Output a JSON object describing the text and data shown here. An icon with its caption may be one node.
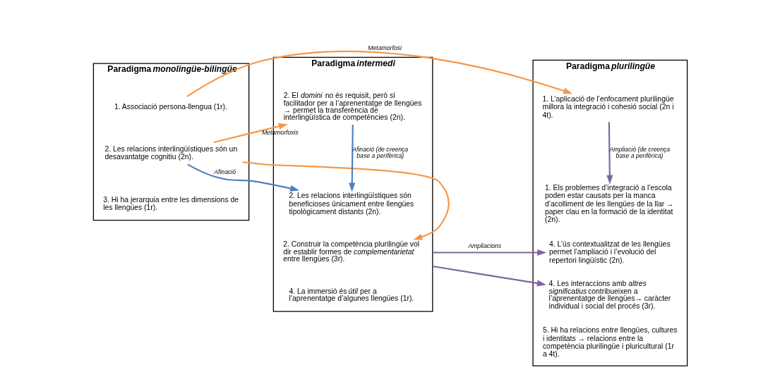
{
  "diagram": {
    "nodes": [
      {
        "text": [
          "Paradigma *monolingüe-bilingüe*"
        ]
      },
      {
        "text": [
          "1. Associació persona-llengua (1r)."
        ],
        "in": 0
      },
      {
        "text": [
          "2. Les relacions interlingüístiques són un desavantatge cognitiu (2n)."
        ],
        "in": 0
      },
      {
        "text": [
          "3. Hi ha jerarquia entre les dimensions de les llengües (1r)."
        ],
        "in": 0
      },
      {
        "text": [
          "Paradigma *intermedi*"
        ]
      },
      {
        "text": [
          "2. El *domini* no és requisit, però sí facilitador per a l’aprenentatge de llengües → permet la transferència de interlingüística de competències (2n)."
        ],
        "in": 4
      },
      {
        "text": [
          "2. Les relacions interlingüístiques són beneficioses únicament entre llengües tipològicament distants (2n)."
        ],
        "in": 4
      },
      {
        "text": [
          "2. Construir la competència plurilingüe vol dir establir formes de *complementarietat* entre llengües (3r)."
        ],
        "in": 4
      },
      {
        "text": [
          "4. La immersió és *útil* per a l’aprenentatge d’algunes llengües (1r)."
        ],
        "in": 4
      },
      {
        "text": [
          "Paradigma *plurilingüe*"
        ]
      },
      {
        "text": [
          "1. L’aplicació de l’enfocament plurilingüe millora la integració i cohesió social (2n i 4t)."
        ],
        "in": 9
      },
      {
        "text": [
          "1. Els problemes d’integració a l’escola poden estar causats per la manca d’acolliment de les llengües de la llar → paper clau en la formació de la identitat (2n)."
        ],
        "in": 9
      },
      {
        "text": [
          "4. L’ús contextualitzat de les llengües permet l’ampliació i l’evolució del repertori lingüístic (2n)."
        ],
        "in": 9
      },
      {
        "text": [
          "4. Les interaccions amb *altres significatius* contribueixen a l’aprenentatge de llengües→ caràcter individual i social del procés (3r)."
        ],
        "in": 9
      },
      {
        "text": [
          "5. Hi ha relacions entre llengües, cultures i identitats → relacions entre la competència plurilingüe i pluricultural (1r a 4t)."
        ],
        "in": 9
      }
    ],
    "edges": [
      {
        "from": 1,
        "to": 10,
        "arrow": "to",
        "label": "Metamorfosi",
        "color": "#f79646"
      },
      {
        "from": 2,
        "to": 5,
        "arrow": "to",
        "label": "Metamorfosis",
        "color": "#f79646"
      },
      {
        "from": 2,
        "to": 6,
        "arrow": "to",
        "label": "Afinació",
        "color": "#4f81bd"
      },
      {
        "from": 2,
        "to": 7,
        "arrow": "to",
        "color": "#f79646"
      },
      {
        "from": 5,
        "to": 6,
        "arrow": "to",
        "label": "Afinació (de creença base a perifèrica)",
        "color": "#4f81bd"
      },
      {
        "from": 10,
        "to": 11,
        "arrow": "to",
        "label": "Ampliació (de creença base a perifèrica)",
        "color": "#8064a2"
      },
      {
        "from": 4,
        "to": 12,
        "arrow": "to",
        "label": "Ampliacions",
        "color": "#8064a2"
      },
      {
        "from": 4,
        "to": 13,
        "arrow": "to",
        "color": "#8064a2"
      }
    ]
  }
}
